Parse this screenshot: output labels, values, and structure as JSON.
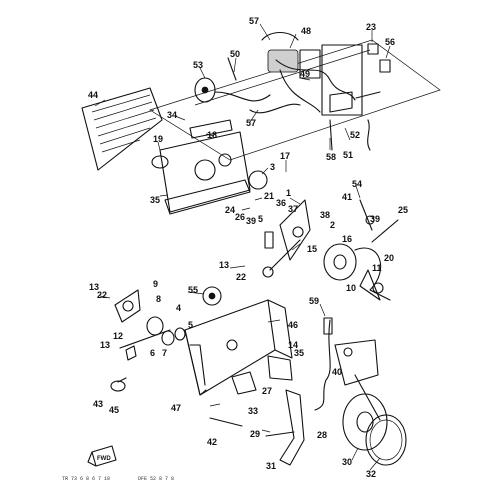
{
  "diagram": {
    "callouts": [
      {
        "id": "c57a",
        "text": "57"
      },
      {
        "id": "c48",
        "text": "48"
      },
      {
        "id": "c23",
        "text": "23"
      },
      {
        "id": "c56",
        "text": "56"
      },
      {
        "id": "c50",
        "text": "50"
      },
      {
        "id": "c53",
        "text": "53"
      },
      {
        "id": "c49",
        "text": "49"
      },
      {
        "id": "c44",
        "text": "44"
      },
      {
        "id": "c34",
        "text": "34"
      },
      {
        "id": "c18",
        "text": "18"
      },
      {
        "id": "c57b",
        "text": "57"
      },
      {
        "id": "c58",
        "text": "58"
      },
      {
        "id": "c51",
        "text": "51"
      },
      {
        "id": "c52",
        "text": "52"
      },
      {
        "id": "c19",
        "text": "19"
      },
      {
        "id": "c17",
        "text": "17"
      },
      {
        "id": "c3",
        "text": "3"
      },
      {
        "id": "c35a",
        "text": "35"
      },
      {
        "id": "c21",
        "text": "21"
      },
      {
        "id": "c1",
        "text": "1"
      },
      {
        "id": "c54",
        "text": "54"
      },
      {
        "id": "c41",
        "text": "41"
      },
      {
        "id": "c24",
        "text": "24"
      },
      {
        "id": "c26",
        "text": "26"
      },
      {
        "id": "c39a",
        "text": "39"
      },
      {
        "id": "c5a",
        "text": "5"
      },
      {
        "id": "c36",
        "text": "36"
      },
      {
        "id": "c37",
        "text": "37"
      },
      {
        "id": "c38",
        "text": "38"
      },
      {
        "id": "c2",
        "text": "2"
      },
      {
        "id": "c39b",
        "text": "39"
      },
      {
        "id": "c25",
        "text": "25"
      },
      {
        "id": "c16",
        "text": "16"
      },
      {
        "id": "c15",
        "text": "15"
      },
      {
        "id": "c20",
        "text": "20"
      },
      {
        "id": "c13a",
        "text": "13"
      },
      {
        "id": "c22a",
        "text": "22"
      },
      {
        "id": "c11",
        "text": "11"
      },
      {
        "id": "c10",
        "text": "10"
      },
      {
        "id": "c13b",
        "text": "13"
      },
      {
        "id": "c22b",
        "text": "22"
      },
      {
        "id": "c9",
        "text": "9"
      },
      {
        "id": "c55",
        "text": "55"
      },
      {
        "id": "c8",
        "text": "8"
      },
      {
        "id": "c4",
        "text": "4"
      },
      {
        "id": "c5b",
        "text": "5"
      },
      {
        "id": "c12",
        "text": "12"
      },
      {
        "id": "c13c",
        "text": "13"
      },
      {
        "id": "c6",
        "text": "6"
      },
      {
        "id": "c7",
        "text": "7"
      },
      {
        "id": "c46",
        "text": "46"
      },
      {
        "id": "c59",
        "text": "59"
      },
      {
        "id": "c14",
        "text": "14"
      },
      {
        "id": "c35b",
        "text": "35"
      },
      {
        "id": "c40",
        "text": "40"
      },
      {
        "id": "c27",
        "text": "27"
      },
      {
        "id": "c43",
        "text": "43"
      },
      {
        "id": "c45",
        "text": "45"
      },
      {
        "id": "c47",
        "text": "47"
      },
      {
        "id": "c33",
        "text": "33"
      },
      {
        "id": "c42",
        "text": "42"
      },
      {
        "id": "c29",
        "text": "29"
      },
      {
        "id": "c28",
        "text": "28"
      },
      {
        "id": "c30",
        "text": "30"
      },
      {
        "id": "c31",
        "text": "31"
      },
      {
        "id": "c32",
        "text": "32"
      }
    ],
    "fwd_badge": "FWD",
    "footer_left": "TR 73 6 8 6 7 10",
    "footer_right": "DFE 52 8 7 8"
  }
}
